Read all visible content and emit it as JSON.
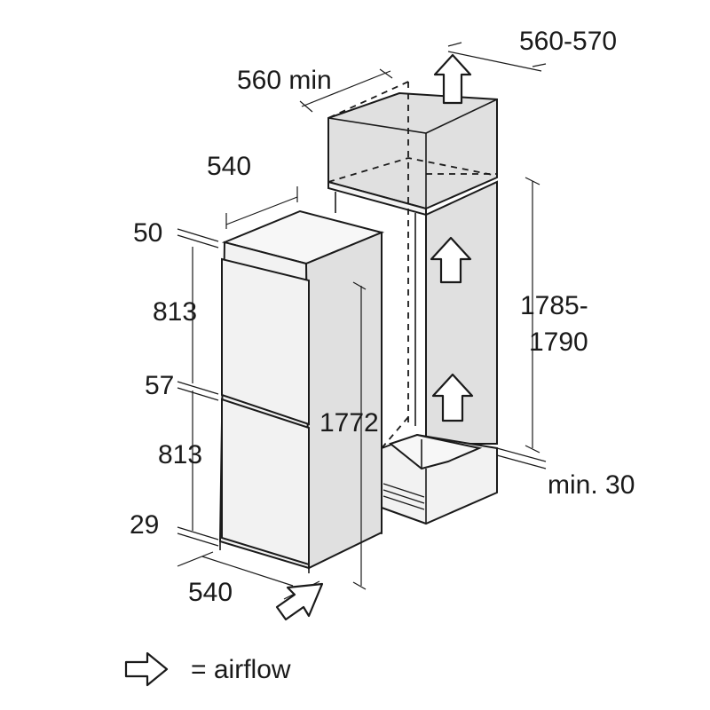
{
  "dimensions": {
    "niche_depth": "560-570",
    "niche_width_min": "560 min",
    "appliance_depth_top": "540",
    "top_gap": "50",
    "upper_door": "813",
    "middle_gap": "57",
    "lower_door": "813",
    "bottom_gap": "29",
    "appliance_width_bottom": "540",
    "appliance_height": "1772",
    "niche_height_line1": "1785-",
    "niche_height_line2": "1790",
    "plinth_gap": "min. 30"
  },
  "legend": {
    "label": "= airflow",
    "icon": "airflow-arrow-icon"
  }
}
